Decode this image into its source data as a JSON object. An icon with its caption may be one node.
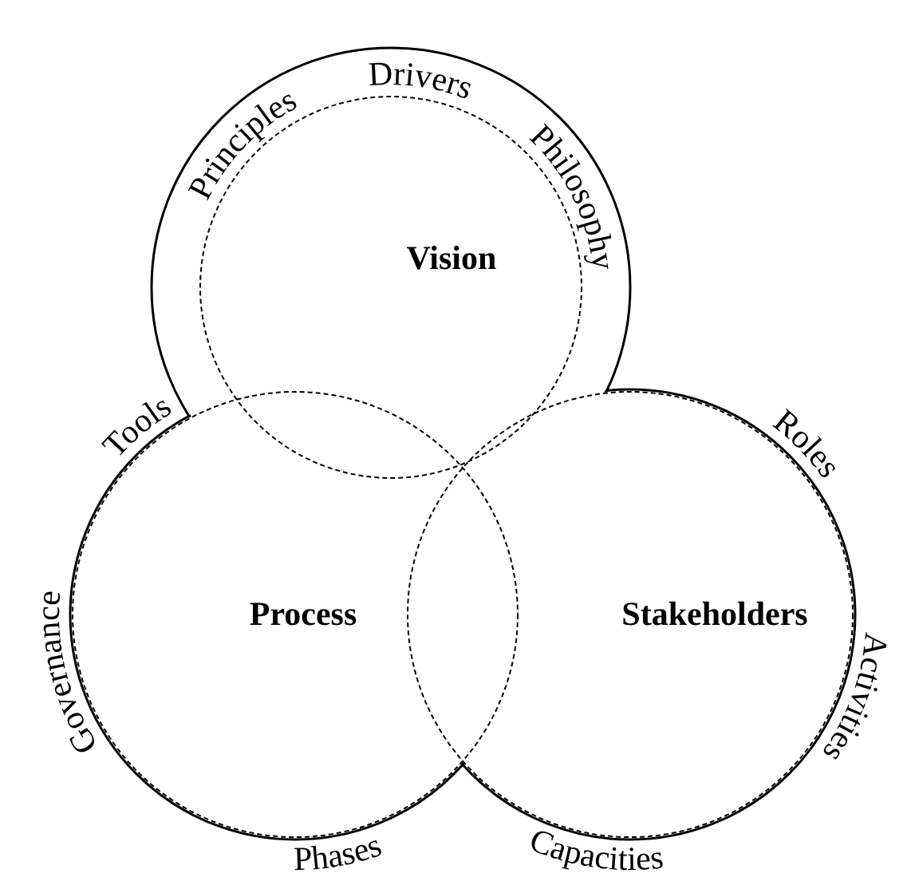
{
  "diagram": {
    "nodes": [
      {
        "text": [
          "Vision"
        ]
      },
      {
        "text": [
          "Process"
        ]
      },
      {
        "text": [
          "Stakeholders"
        ]
      }
    ],
    "labels": [
      "Drivers",
      "Principles",
      "Philosophy",
      "Tools",
      "Roles",
      "Governance",
      "Activities",
      "Phases",
      "Capacities"
    ]
  }
}
